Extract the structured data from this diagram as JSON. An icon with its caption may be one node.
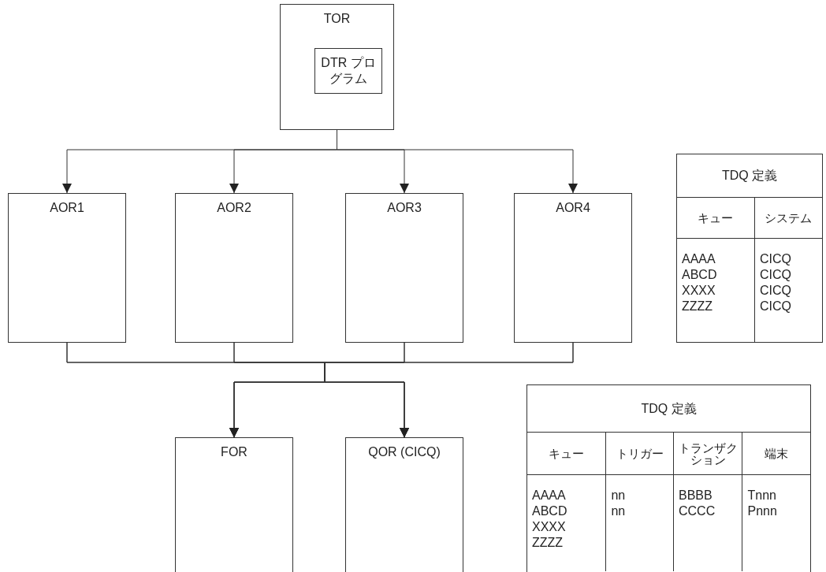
{
  "diagram": {
    "nodes": [
      {
        "text": [
          "TOR"
        ]
      },
      {
        "text": [
          "DTR プログラム"
        ],
        "in": 0
      },
      {
        "text": [
          "AOR1"
        ]
      },
      {
        "text": [
          "AOR2"
        ]
      },
      {
        "text": [
          "AOR3"
        ]
      },
      {
        "text": [
          "AOR4"
        ]
      },
      {
        "text": [
          "FOR"
        ]
      },
      {
        "text": [
          "QOR (CICQ)"
        ]
      }
    ],
    "edges": [
      {
        "from": 0,
        "to": 2,
        "arrow": "to"
      },
      {
        "from": 0,
        "to": 3,
        "arrow": "to"
      },
      {
        "from": 0,
        "to": 4,
        "arrow": "to"
      },
      {
        "from": 0,
        "to": 5,
        "arrow": "to"
      },
      {
        "from": 2,
        "to": 6,
        "arrow": "to"
      },
      {
        "from": 3,
        "to": 6,
        "arrow": "to"
      },
      {
        "from": 4,
        "to": 6,
        "arrow": "to"
      },
      {
        "from": 5,
        "to": 6,
        "arrow": "to"
      },
      {
        "from": 2,
        "to": 7,
        "arrow": "to"
      },
      {
        "from": 3,
        "to": 7,
        "arrow": "to"
      },
      {
        "from": 4,
        "to": 7,
        "arrow": "to"
      },
      {
        "from": 5,
        "to": 7,
        "arrow": "to"
      }
    ],
    "labels": [
      "TDQ 定義",
      "キュー",
      "システム",
      "AAAA",
      "CICQ",
      "ABCD",
      "CICQ",
      "XXXX",
      "CICQ",
      "ZZZZ",
      "CICQ",
      "TDQ 定義",
      "キュー",
      "トリガー",
      "トランザクション",
      "端末",
      "AAAA",
      "nn",
      "BBBB",
      "Tnnn",
      "ABCD",
      "nn",
      "CCCC",
      "Pnnn",
      "XXXX",
      "ZZZZ"
    ]
  }
}
